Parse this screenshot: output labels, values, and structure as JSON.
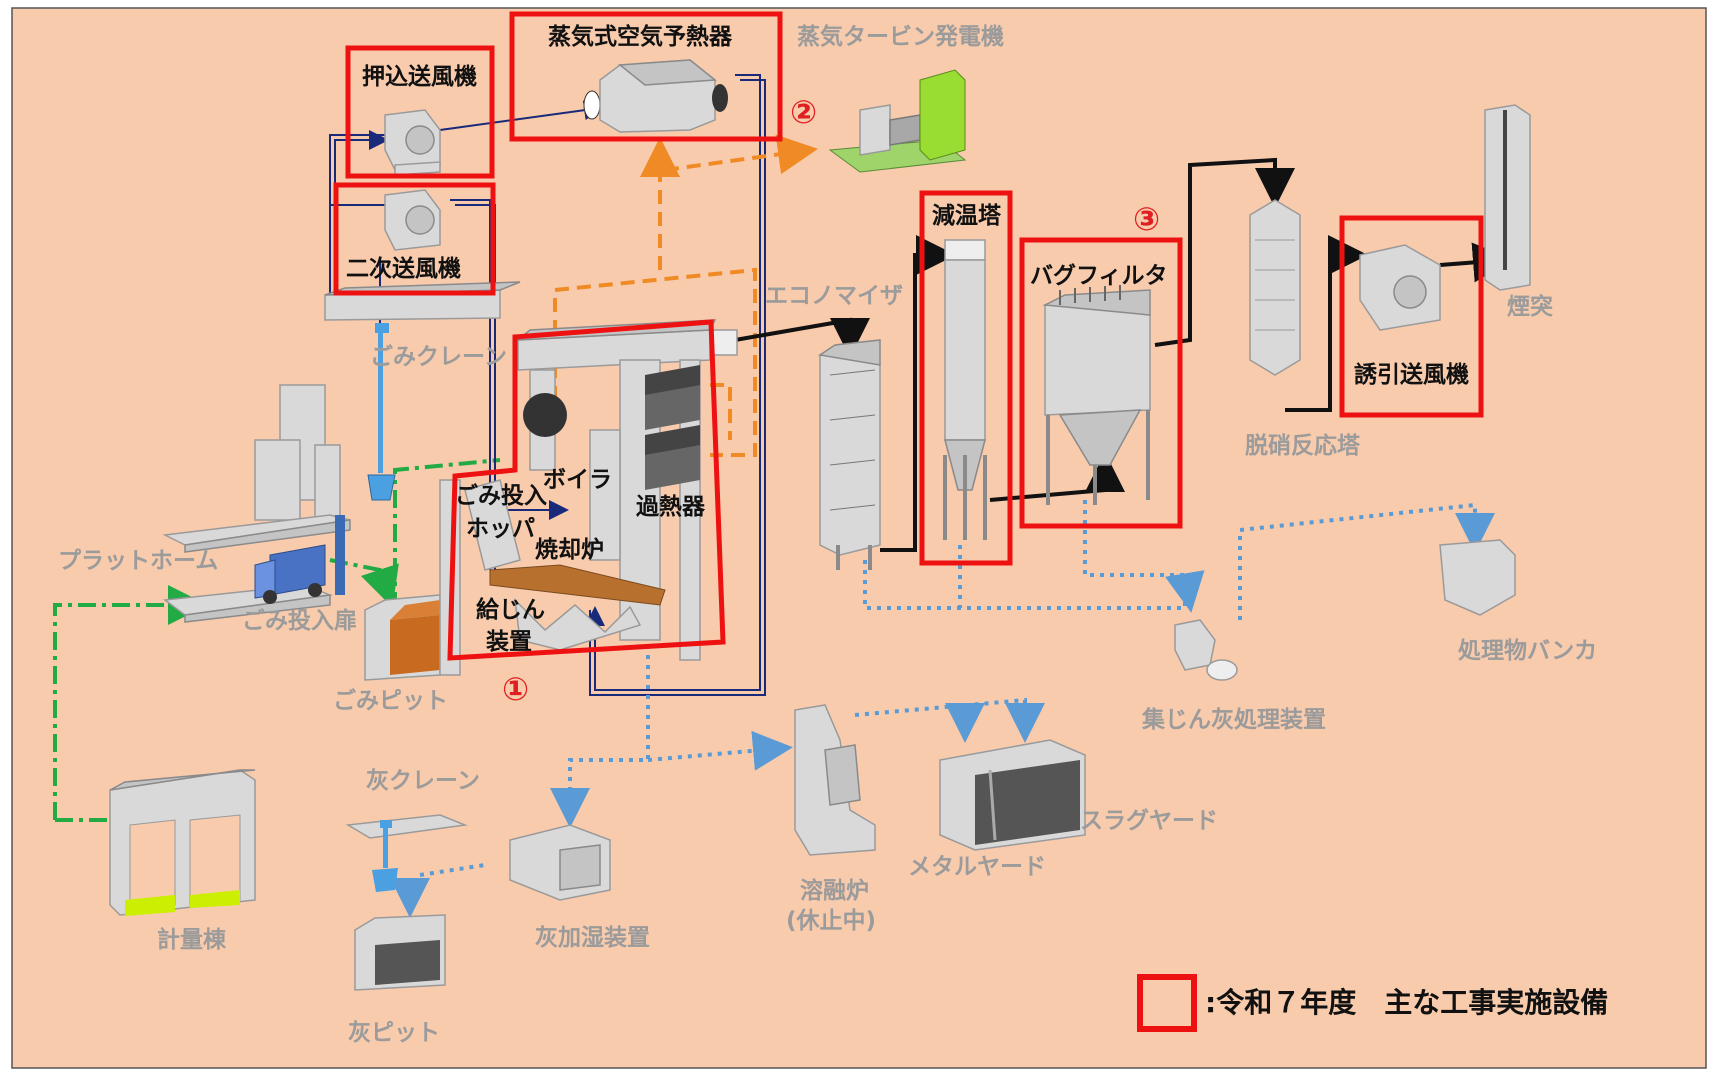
{
  "colors": {
    "background": "#f8cbad",
    "highlight_frame": "#ee1111",
    "waste_flow": "#22aa44",
    "air_flow": "#1a2a7a",
    "steam_flow": "#f08a24",
    "gas_flow": "#111111",
    "ash_flow": "#5b9bd5"
  },
  "labels": {
    "steam_preheater": "蒸気式空気予熱器",
    "steam_turbine": "蒸気タービン発電機",
    "push_fan": "押込送風機",
    "secondary_fan": "二次送風機",
    "cooling_tower": "減温塔",
    "bag_filter": "バグフィルタ",
    "economizer": "エコノマイザ",
    "denox_tower": "脱硝反応塔",
    "induced_fan": "誘引送風機",
    "chimney": "煙突",
    "waste_crane": "ごみクレーン",
    "boiler": "ボイラ",
    "hopper_line1": "ごみ投入",
    "hopper_line2": "ホッパ",
    "superheater": "過熱器",
    "incinerator": "焼却炉",
    "feeder_line1": "給じん",
    "feeder_line2": "装置",
    "platform": "プラットホーム",
    "dump_door": "ごみ投入扉",
    "waste_pit": "ごみピット",
    "ash_crane": "灰クレーン",
    "weighbridge": "計量棟",
    "ash_pit": "灰ピット",
    "ash_humidifier": "灰加湿装置",
    "melting_furnace": "溶融炉",
    "melting_status": "(休止中)",
    "metal_yard": "メタルヤード",
    "slag_yard": "スラグヤード",
    "fly_ash_treatment": "集じん灰処理装置",
    "product_bunker": "処理物バンカ"
  },
  "markers": {
    "m1": "①",
    "m2": "②",
    "m3": "③"
  },
  "legend": {
    "text": ":令和７年度　主な工事実施設備"
  }
}
